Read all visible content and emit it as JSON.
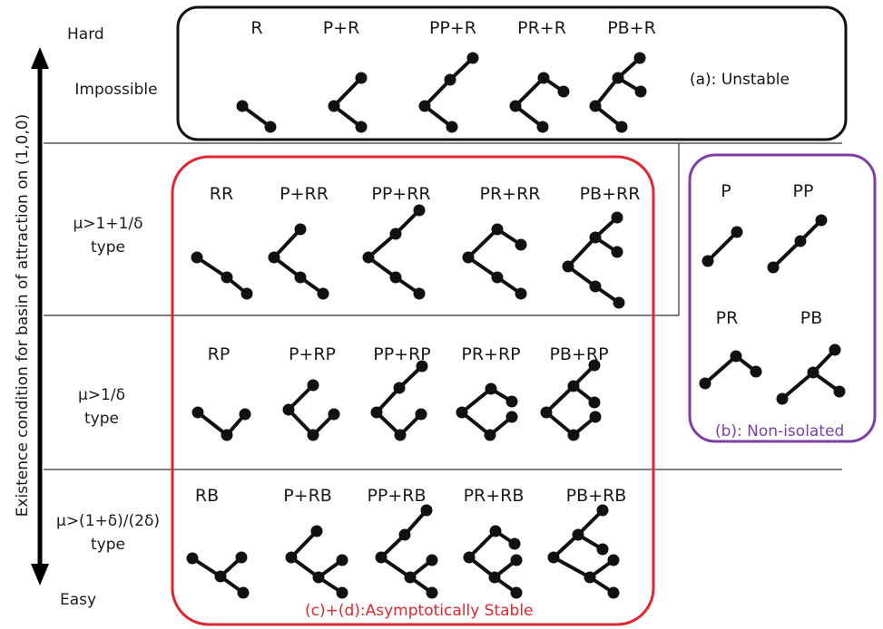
{
  "axis": {
    "label": "Existence condition for basin of attraction on (1,0,0)",
    "top": "Hard",
    "bottom": "Easy"
  },
  "rows": [
    {
      "line1": "Impossible",
      "line2": ""
    },
    {
      "line1": "μ>1+1/δ",
      "line2": "type"
    },
    {
      "line1": "μ>1/δ",
      "line2": "type"
    },
    {
      "line1": "μ>(1+δ)/(2δ)",
      "line2": "type"
    }
  ],
  "groups": {
    "unstable": "(a): Unstable",
    "non_isolated": "(b): Non-isolated",
    "stable": "(c)+(d):Asymptotically Stable"
  },
  "colors": {
    "unstable": "#111111",
    "non_isolated": "#7d3fa3",
    "stable": "#e0262f",
    "graph": "#111111"
  },
  "configs": [
    {
      "label": "R",
      "shape": "R"
    },
    {
      "label": "P+R",
      "shape": "P+R"
    },
    {
      "label": "PP+R",
      "shape": "PP+R"
    },
    {
      "label": "PR+R",
      "shape": "PR+R"
    },
    {
      "label": "PB+R",
      "shape": "PB+R"
    },
    {
      "label": "RR",
      "shape": "RR"
    },
    {
      "label": "P+RR",
      "shape": "P+RR"
    },
    {
      "label": "PP+RR",
      "shape": "PP+RR"
    },
    {
      "label": "PR+RR",
      "shape": "PR+RR"
    },
    {
      "label": "PB+RR",
      "shape": "PB+RR"
    },
    {
      "label": "RP",
      "shape": "RP"
    },
    {
      "label": "P+RP",
      "shape": "P+RP"
    },
    {
      "label": "PP+RP",
      "shape": "PP+RP"
    },
    {
      "label": "PR+RP",
      "shape": "PR+RP"
    },
    {
      "label": "PB+RP",
      "shape": "PB+RP"
    },
    {
      "label": "RB",
      "shape": "RB"
    },
    {
      "label": "P+RB",
      "shape": "P+RB"
    },
    {
      "label": "PP+RB",
      "shape": "PP+RB"
    },
    {
      "label": "PR+RB",
      "shape": "PR+RB"
    },
    {
      "label": "PB+RB",
      "shape": "PB+RB"
    },
    {
      "label": "P",
      "shape": "P"
    },
    {
      "label": "PP",
      "shape": "PP"
    },
    {
      "label": "PR",
      "shape": "PR"
    },
    {
      "label": "PB",
      "shape": "PB"
    }
  ]
}
